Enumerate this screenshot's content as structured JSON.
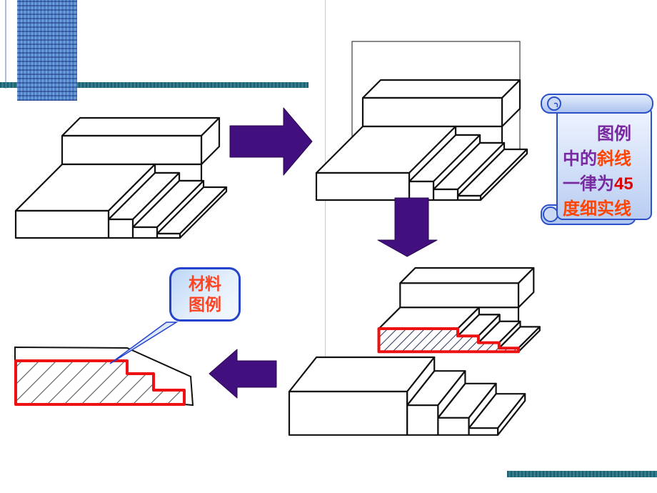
{
  "slide": {
    "scroll_note": {
      "lines": [
        {
          "head": "图例",
          "tail": ""
        },
        {
          "head": "中的",
          "tail": "斜线"
        },
        {
          "head": "一律为",
          "tail": "45"
        },
        {
          "head": "",
          "tail": "度细实线"
        }
      ],
      "head_color": "#7828a0",
      "tail_color": "#ff4400",
      "number_color": "#e00000"
    },
    "callout": {
      "line1": "材料",
      "line2": "图例",
      "text_color": "#ff4422"
    },
    "colors": {
      "arrow_purple": "#42107e",
      "section_red": "#ee1111",
      "hatch_blue": "#334466",
      "hatch_gray": "#666666",
      "drawing_line": "#111111",
      "cut_plane_line": "#4a4a4a",
      "teal_rule": "#2e7c8e",
      "square_blue": "#4f81c8",
      "scroll_border": "#2b50c8",
      "scroll_fill_top": "#f0f5ff",
      "scroll_fill_bottom": "#b9cdf2",
      "callout_border": "#2343cc",
      "leader_blue": "#2343cb"
    }
  }
}
